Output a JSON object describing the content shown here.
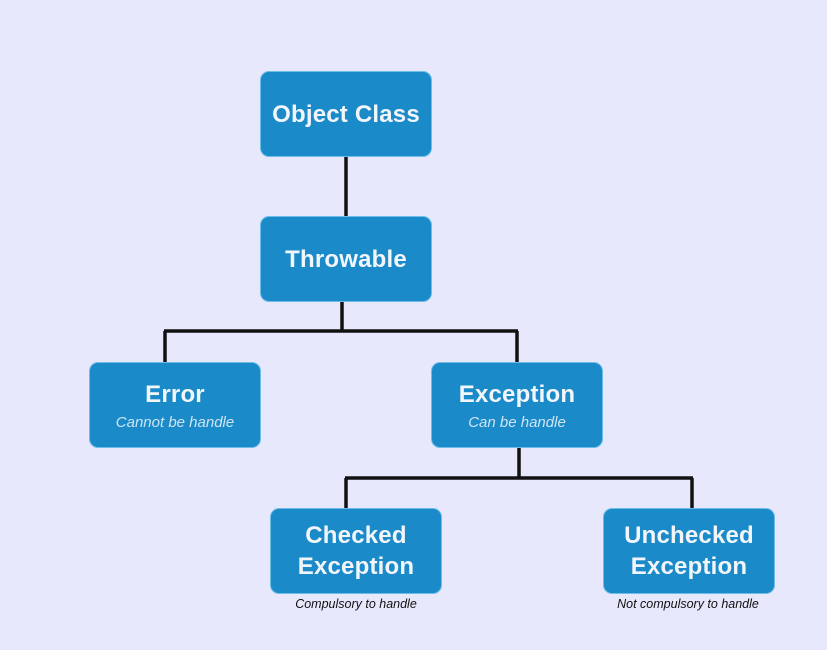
{
  "nodes": {
    "object_class": {
      "title": "Object Class"
    },
    "throwable": {
      "title": "Throwable"
    },
    "error": {
      "title": "Error",
      "subtitle": "Cannot be handle"
    },
    "exception": {
      "title": "Exception",
      "subtitle": "Can be handle"
    },
    "checked_exception": {
      "title": "Checked Exception",
      "note": "Compulsory to handle"
    },
    "unchecked_exception": {
      "title": "Unchecked Exception",
      "note": "Not compulsory to handle"
    }
  },
  "colors": {
    "background": "#e8e8fd",
    "node_fill": "#1a8ac8",
    "node_border": "#6cbde8",
    "node_text": "#f2f6fb",
    "connector": "#111111"
  }
}
